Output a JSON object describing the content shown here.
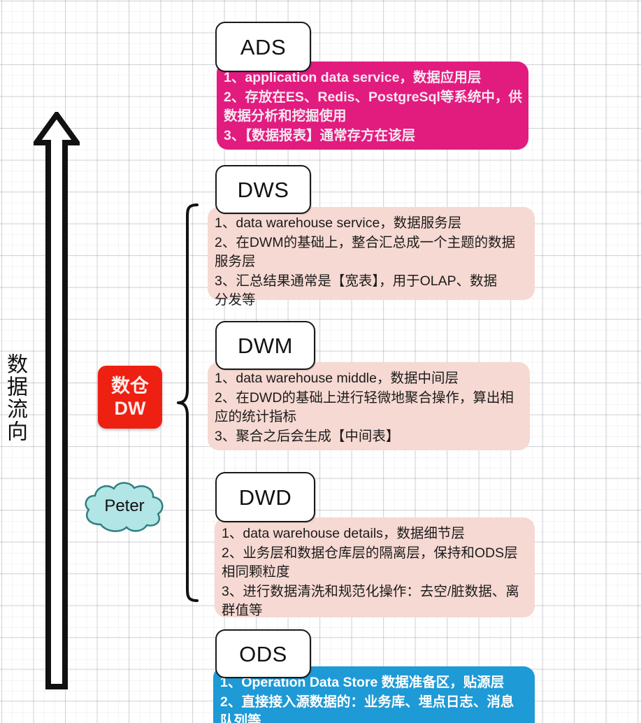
{
  "diagram": {
    "title_vertical": "数据流向",
    "colors": {
      "ads": "#E21B7F",
      "dw_layers": "#F6D9D2",
      "ods": "#1E9AD6",
      "dw_badge": "#EE2012",
      "cloud": "#B2E5E5",
      "cloud_border": "#2E7F82"
    },
    "arrow": {
      "name": "data-flow-arrow",
      "direction": "up"
    },
    "dw_badge": {
      "line1": "数仓",
      "line2": "DW"
    },
    "cloud": {
      "label": "Peter"
    },
    "layers": [
      {
        "id": "ads",
        "chip": "ADS",
        "style": "accent-ads",
        "lines": [
          "1、application data service，数据应用层",
          "2、存放在ES、Redis、PostgreSql等系统中，供",
          "数据分析和挖掘使用",
          "3、【数据报表】通常存方在该层"
        ]
      },
      {
        "id": "dws",
        "chip": "DWS",
        "style": "accent-pink",
        "lines": [
          "1、data warehouse service，数据服务层",
          "2、在DWM的基础上，整合汇总成一个主题的数据",
          "服务层",
          "3、汇总结果通常是【宽表】，用于OLAP、数据",
          "分发等"
        ]
      },
      {
        "id": "dwm",
        "chip": "DWM",
        "style": "accent-pink",
        "lines": [
          "1、data warehouse middle，数据中间层",
          "2、在DWD的基础上进行轻微地聚合操作，算出相",
          "应的统计指标",
          "3、聚合之后会生成【中间表】"
        ]
      },
      {
        "id": "dwd",
        "chip": "DWD",
        "style": "accent-pink",
        "lines": [
          "1、data warehouse details，数据细节层",
          "2、业务层和数据仓库层的隔离层，保持和ODS层",
          "相同颗粒度",
          "3、进行数据清洗和规范化操作：去空/脏数据、离",
          "群值等"
        ]
      },
      {
        "id": "ods",
        "chip": "ODS",
        "style": "accent-blue",
        "lines": [
          "1、Operation Data Store 数据准备区，贴源层",
          "2、直接接入源数据的：业务库、埋点日志、消息",
          "队列等"
        ]
      }
    ]
  }
}
